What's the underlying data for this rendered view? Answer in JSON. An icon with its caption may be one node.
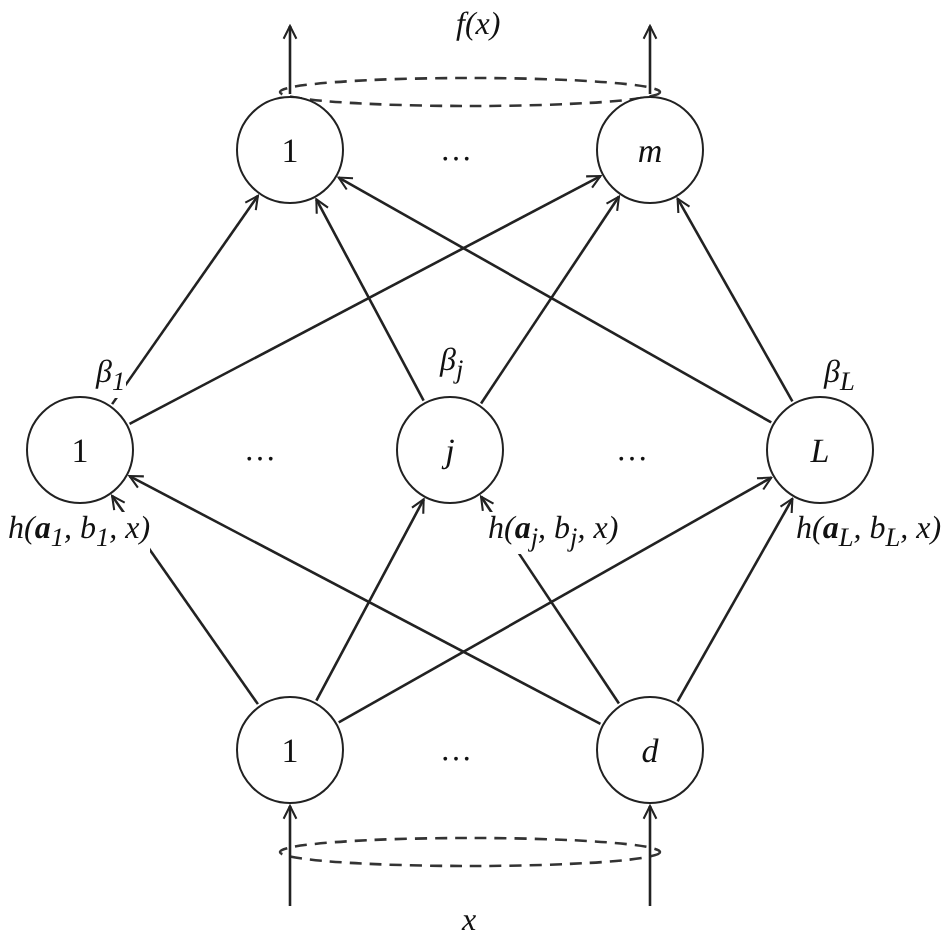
{
  "diagram": {
    "nodes": [
      {
        "text": [
          "1"
        ]
      },
      {
        "text": [
          "m"
        ]
      },
      {
        "text": [
          "1"
        ],
        "beside": [
          "β$_{1}$",
          "h(**a**$_{1}$, b$_{1}$, x)"
        ]
      },
      {
        "text": [
          "j"
        ],
        "beside": [
          "β$_{j}$",
          "h(**a**$_{j}$, b$_{j}$, x)"
        ]
      },
      {
        "text": [
          "L"
        ],
        "beside": [
          "β$_{L}$",
          "h(**a**$_{L}$, b$_{L}$, x)"
        ]
      },
      {
        "text": [
          "1"
        ]
      },
      {
        "text": [
          "d"
        ]
      },
      {
        "text": [],
        "shape": "ellipse",
        "beside": [
          "f(x)"
        ]
      },
      {
        "text": [],
        "shape": "ellipse",
        "beside": [
          "x"
        ]
      }
    ],
    "edges": [
      {
        "from": 5,
        "to": 2,
        "arrow": "to"
      },
      {
        "from": 5,
        "to": 3,
        "arrow": "to"
      },
      {
        "from": 5,
        "to": 4,
        "arrow": "to"
      },
      {
        "from": 6,
        "to": 2,
        "arrow": "to"
      },
      {
        "from": 6,
        "to": 3,
        "arrow": "to"
      },
      {
        "from": 6,
        "to": 4,
        "arrow": "to"
      },
      {
        "from": 2,
        "to": 0,
        "arrow": "to"
      },
      {
        "from": 2,
        "to": 1,
        "arrow": "to"
      },
      {
        "from": 3,
        "to": 0,
        "arrow": "to"
      },
      {
        "from": 3,
        "to": 1,
        "arrow": "to"
      },
      {
        "from": 4,
        "to": 0,
        "arrow": "to"
      },
      {
        "from": 4,
        "to": 1,
        "arrow": "to"
      },
      {
        "from": 0,
        "to": null,
        "arrow": "to"
      },
      {
        "from": 1,
        "to": null,
        "arrow": "to"
      },
      {
        "from": null,
        "to": 5,
        "arrow": "to"
      },
      {
        "from": null,
        "to": 6,
        "arrow": "to"
      }
    ],
    "labels": [
      "…",
      "…",
      "…",
      "…"
    ]
  }
}
